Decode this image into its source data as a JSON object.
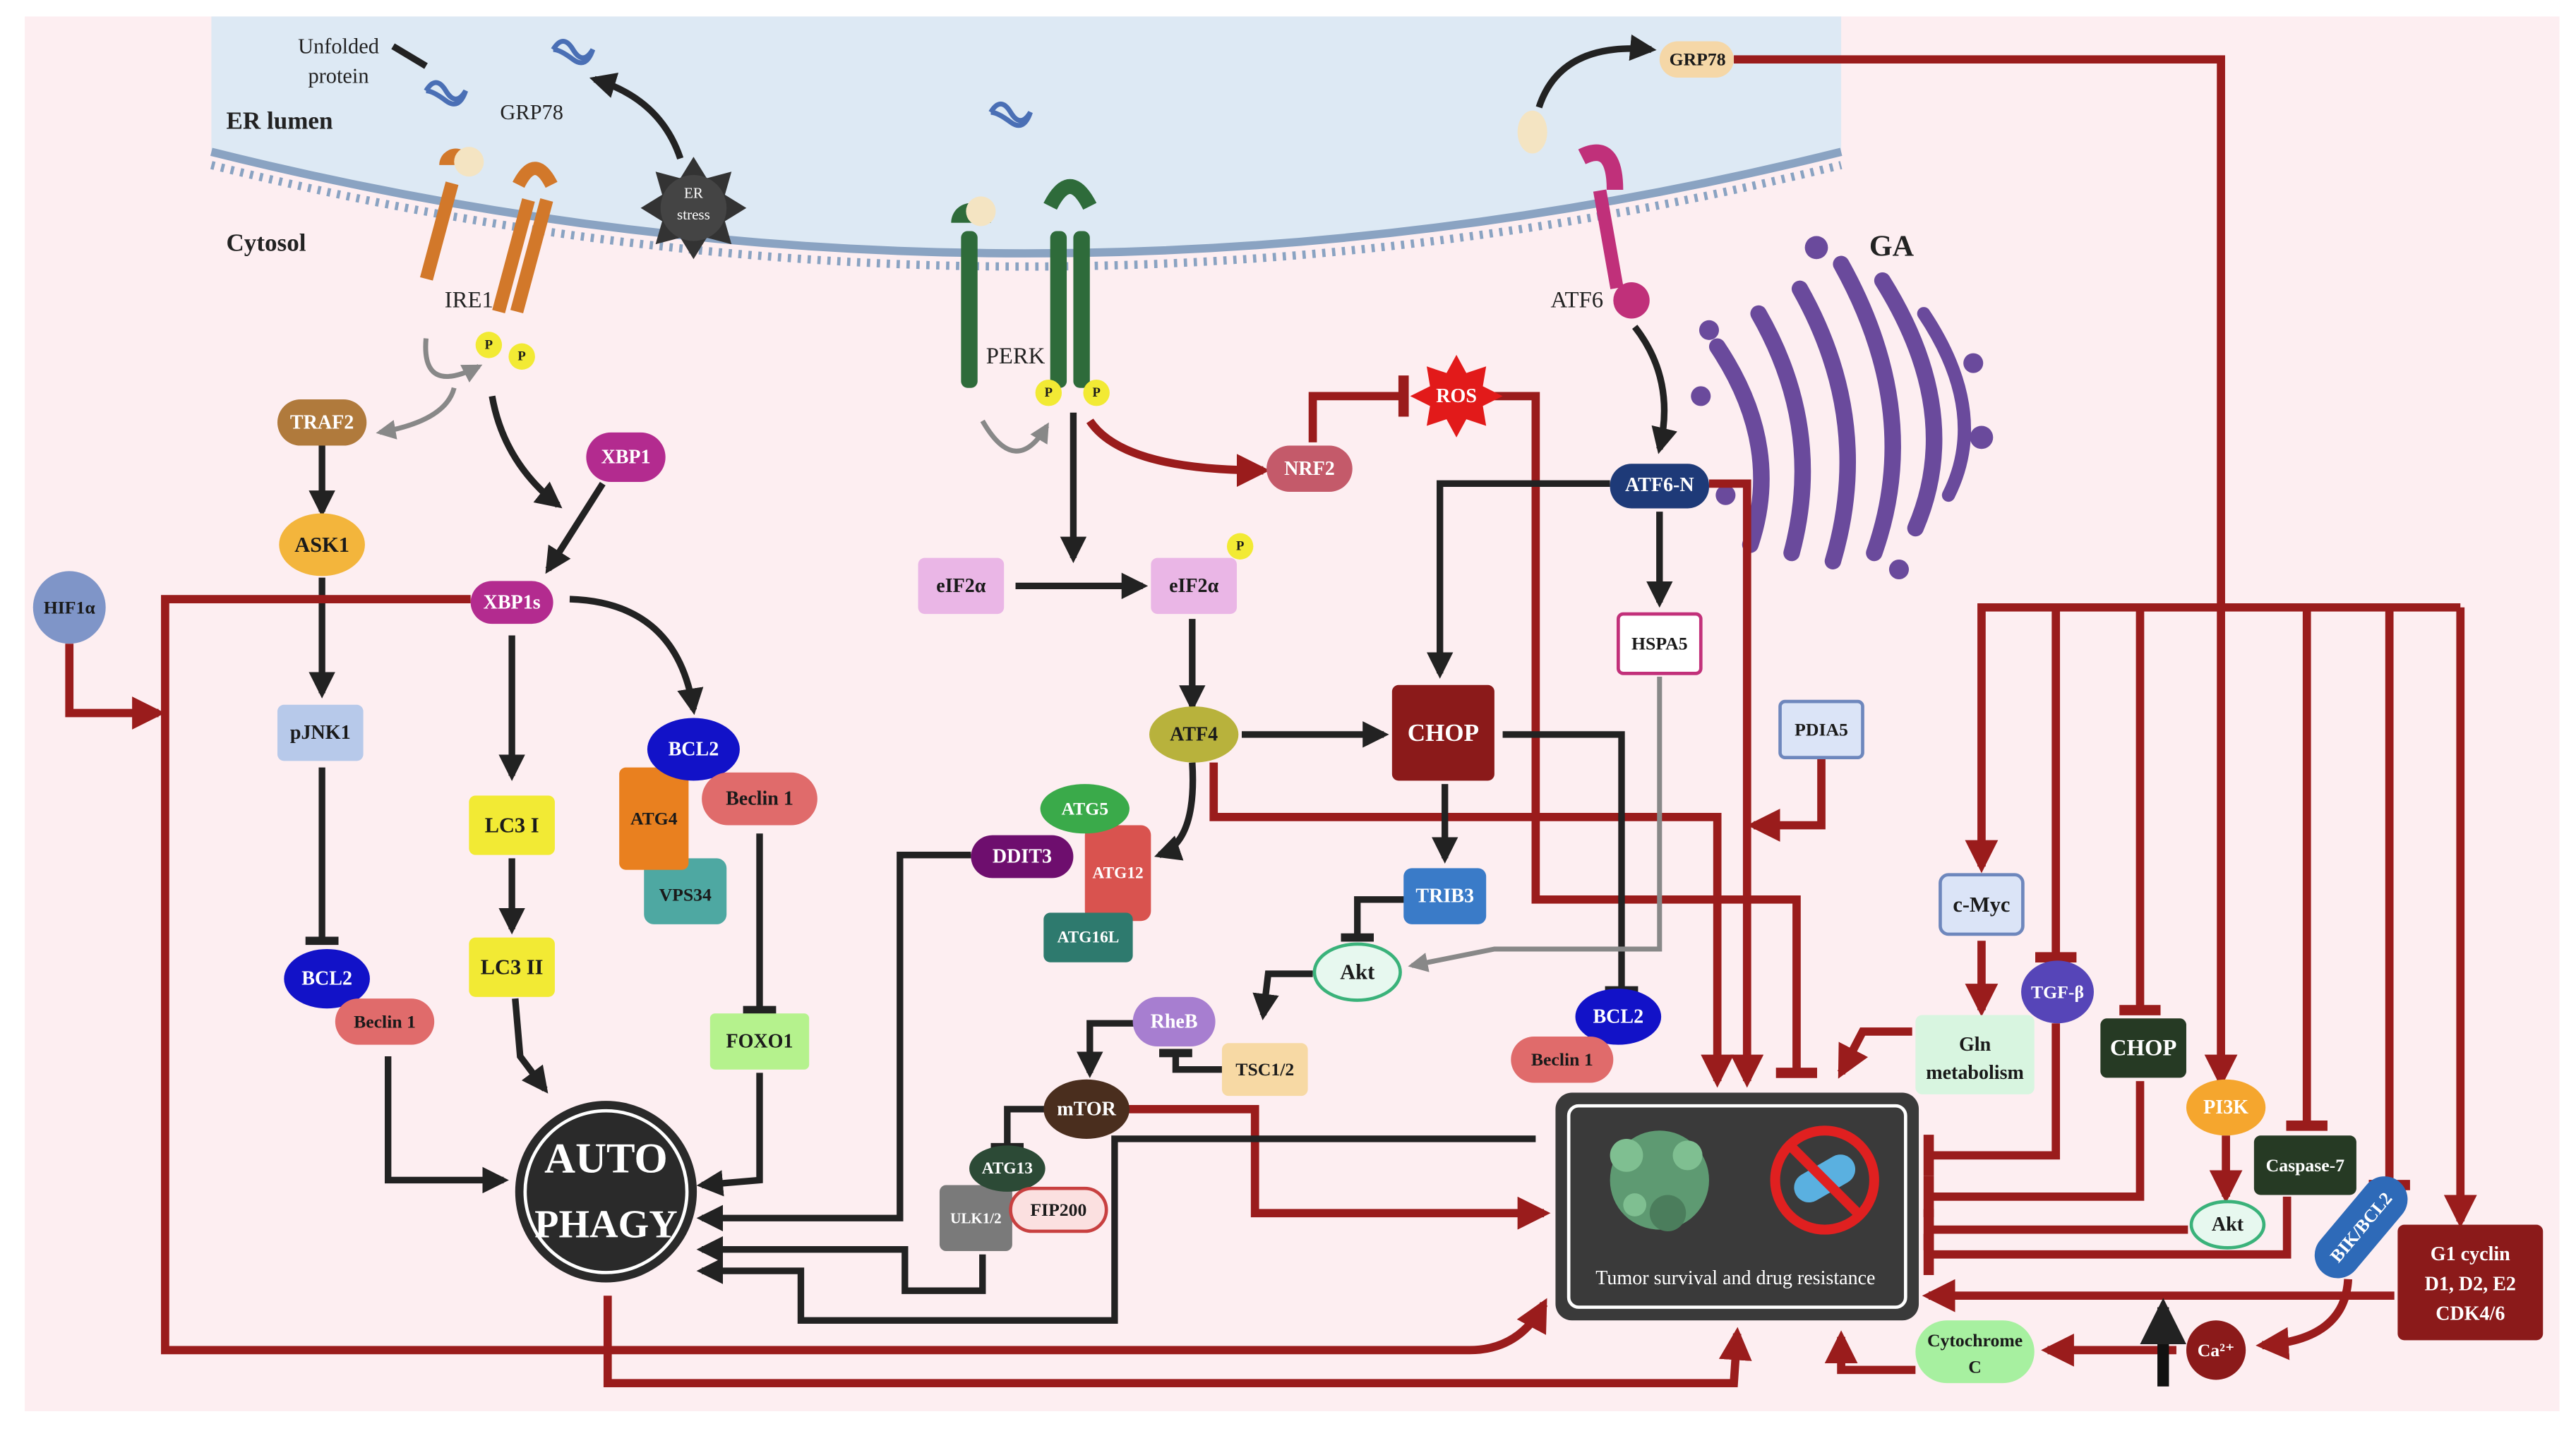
{
  "labels": {
    "unfolded_protein_line1": "Unfolded",
    "unfolded_protein_line2": "protein",
    "grp78_left": "GRP78",
    "grp78_right": "GRP78",
    "er_lumen": "ER lumen",
    "cytosol": "Cytosol",
    "er_stress_line1": "ER",
    "er_stress_line2": "stress",
    "ire1": "IRE1",
    "perk": "PERK",
    "atf6": "ATF6",
    "ga": "GA",
    "phospho": "P"
  },
  "nodes": {
    "traf2": "TRAF2",
    "ask1": "ASK1",
    "xbp1": "XBP1",
    "xbp1s": "XBP1s",
    "hif1a": "HIF1α",
    "pjnk1": "pJNK1",
    "bcl2_left": "BCL2",
    "beclin1_left": "Beclin 1",
    "lc3_1": "LC3 I",
    "lc3_2": "LC3 II",
    "bcl2_mid": "BCL2",
    "atg4": "ATG4",
    "beclin1_mid": "Beclin 1",
    "vps34": "VPS34",
    "foxo1": "FOXO1",
    "autophagy_line1": "AUTO",
    "autophagy_line2": "PHAGY",
    "eif2a_1": "eIF2α",
    "eif2a_2": "eIF2α",
    "atf4": "ATF4",
    "nrf2": "NRF2",
    "ros": "ROS",
    "chop_center": "CHOP",
    "atg5": "ATG5",
    "ddit3": "DDIT3",
    "atg12": "ATG12",
    "atg16l": "ATG16L",
    "trib3": "TRIB3",
    "akt_center": "Akt",
    "rheb": "RheB",
    "tsc12": "TSC1/2",
    "mtor": "mTOR",
    "atg13": "ATG13",
    "ulk12": "ULK1/2",
    "fip200": "FIP200",
    "atf6n": "ATF6-N",
    "hspa5": "HSPA5",
    "pdia5": "PDIA5",
    "bcl2_right": "BCL2",
    "beclin1_right": "Beclin 1",
    "tumor_label": "Tumor survival and drug resistance",
    "cmyc": "c-Myc",
    "gln_line1": "Gln",
    "gln_line2": "metabolism",
    "tgfb": "TGF-β",
    "chop_right": "CHOP",
    "pi3k": "PI3K",
    "caspase7": "Caspase-7",
    "akt_right": "Akt",
    "bik_bcl2": "BIK/BCL2",
    "g1_line1": "G1 cyclin",
    "g1_line2": "D1, D2, E2",
    "g1_line3": "CDK4/6",
    "cytochrome_line1": "Cytochrome",
    "cytochrome_line2": "C",
    "ca2": "Ca²⁺"
  },
  "colors": {
    "background": "#fdeef1",
    "er_lumen": "#dde9f4",
    "arrow_dark_red": "#9a1c1c",
    "arrow_black": "#222222",
    "chop": "#8b1a1a",
    "golgi": "#6a4a9c"
  }
}
